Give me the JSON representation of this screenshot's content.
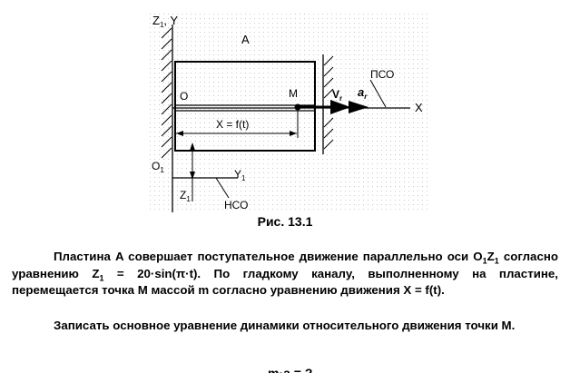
{
  "figure": {
    "labels": {
      "z1_y": "Z",
      "z1_sub": "1",
      "y_label": ", Y",
      "a": "A",
      "o": "O",
      "m": "M",
      "vr": "V",
      "vr_sub": "r",
      "ar": "a",
      "ar_sub": "r",
      "pso": "ПСО",
      "x_axis": "X",
      "x_eq": "X = f(t)",
      "o1": "O",
      "o1_sub": "1",
      "y1": "Y",
      "y1_sub": "1",
      "z1": "Z",
      "z1b_sub": "1",
      "nso": "НСО"
    }
  },
  "caption": "Рис. 13.1",
  "paragraph1": {
    "part1": "Пластина A совершает поступательное движение параллельно оси O",
    "sub1": "1",
    "part2": "Z",
    "sub2": "1",
    "part3": " согласно уравнению Z",
    "sub3": "1",
    "part4": " = 20·sin(π·t). По гладкому каналу, выполненному на пластине, перемещается точка М массой m согласно уравнению движения X = f(t)."
  },
  "paragraph2": "Записать основное уравнение динамики относительного движения точки М.",
  "truncated_line": "m·a = ?"
}
